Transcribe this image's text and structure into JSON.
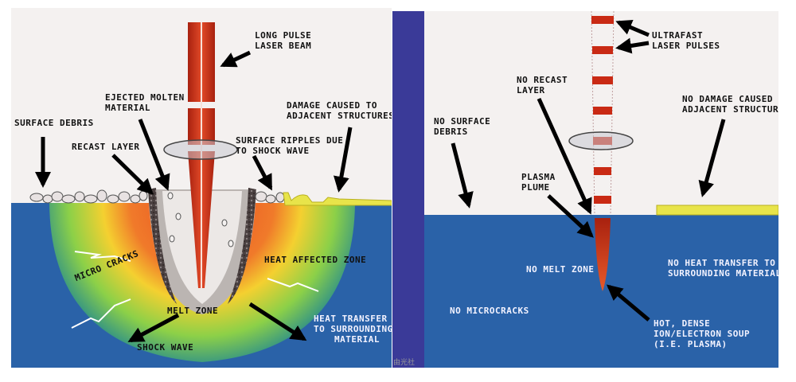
{
  "left": {
    "labels": {
      "long_pulse_1": "Long pulse",
      "long_pulse_2": "laser beam",
      "ejected_1": "Ejected molten",
      "ejected_2": "material",
      "surface_debris": "Surface debris",
      "recast_layer": "Recast layer",
      "damage_1": "Damage caused to",
      "damage_2": "adjacent structures",
      "ripples_1": "Surface ripples due",
      "ripples_2": "to shock wave",
      "micro_cracks": "Micro cracks",
      "haz": "Heat affected zone",
      "melt_zone": "Melt zone",
      "heat_transfer_1": "Heat transfer",
      "heat_transfer_2": "to surrounding",
      "heat_transfer_3": "material",
      "shock_wave": "Shock wave"
    },
    "colors": {
      "background": "#f4f1f0",
      "substrate": "#2a62a8",
      "beam": "#d23a1e"
    }
  },
  "right": {
    "labels": {
      "ultrafast_1": "Ultrafast",
      "ultrafast_2": "laser pulses",
      "no_recast_1": "No recast",
      "no_recast_2": "layer",
      "no_surface_1": "No surface",
      "no_surface_2": "debris",
      "no_damage_1": "No damage caused",
      "no_damage_2": "adjacent structur",
      "plasma_1": "Plasma",
      "plasma_2": "plume",
      "no_melt": "No melt zone",
      "no_heat_1": "No heat transfer to",
      "no_heat_2": "surrounding material",
      "no_microcracks": "No microcracks",
      "hot_1": "Hot, dense",
      "hot_2": "ion/electron soup",
      "hot_3": "(i.e. Plasma)"
    },
    "colors": {
      "frame": "#3a3a98",
      "background": "#f4f1f0",
      "substrate": "#2a62a8",
      "pulse": "#d23a1e"
    }
  },
  "watermark": "由光社"
}
